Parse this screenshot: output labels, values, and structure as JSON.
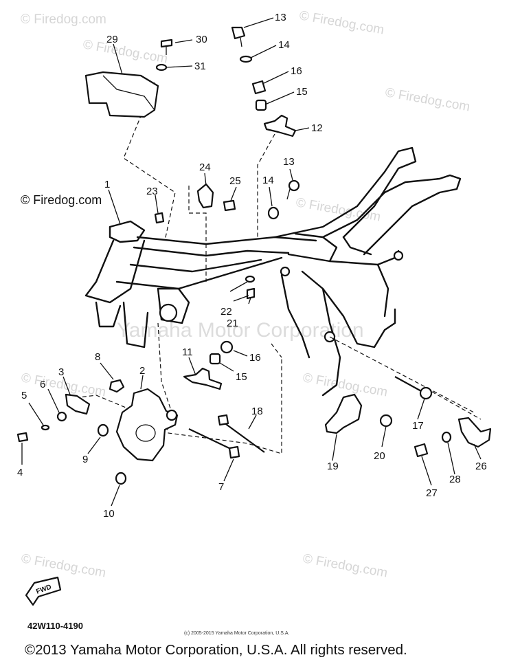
{
  "diagram": {
    "watermarks": [
      "© Firedog.com",
      "© Firedog.com",
      "© Firedog.com",
      "© Firedog.com",
      "© Firedog.com",
      "© Firedog.com",
      "© Firedog.com",
      "© Firedog.com",
      "© Firedog.com",
      "© Firedog.com"
    ],
    "center_watermark": "Yamaha Motor Corporation",
    "callouts": [
      "1",
      "2",
      "3",
      "4",
      "5",
      "6",
      "7",
      "8",
      "9",
      "10",
      "11",
      "12",
      "13",
      "13",
      "14",
      "14",
      "15",
      "15",
      "16",
      "16",
      "17",
      "18",
      "19",
      "20",
      "21",
      "22",
      "23",
      "24",
      "25",
      "26",
      "27",
      "28",
      "29",
      "30",
      "31"
    ],
    "fwd_label": "FWD",
    "part_number": "42W110-4190",
    "small_copyright": "(c) 2005-2015 Yamaha Motor Corporation, U.S.A.",
    "copyright": "©2013 Yamaha Motor Corporation, U.S.A. All rights reserved."
  }
}
